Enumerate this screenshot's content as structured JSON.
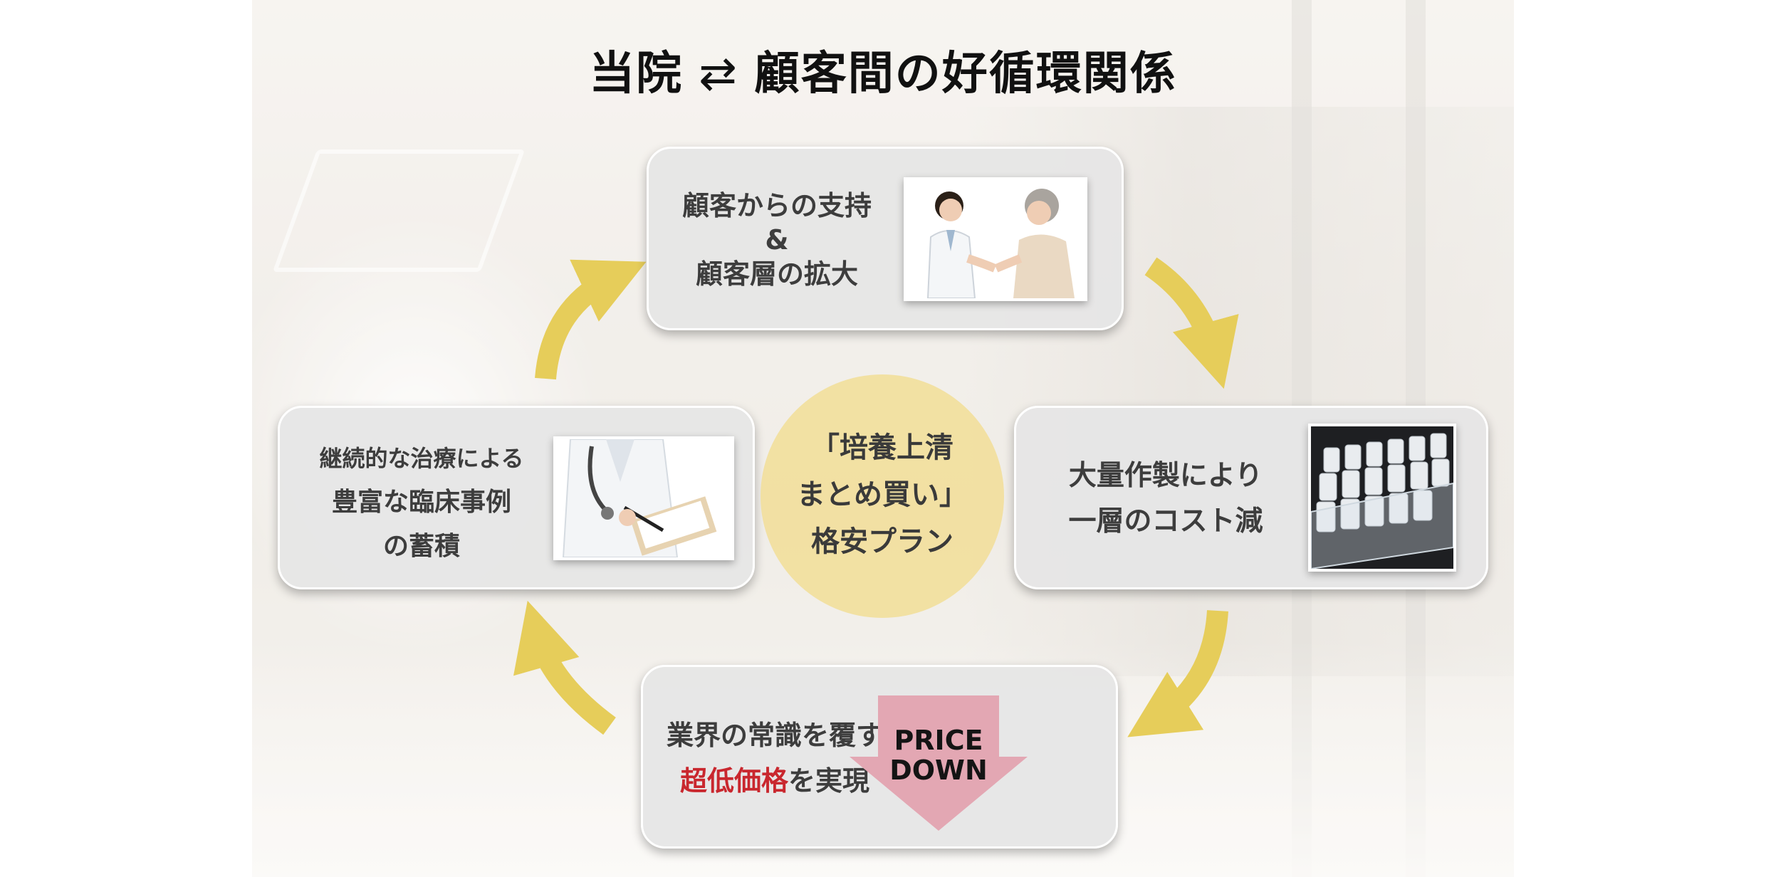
{
  "title": {
    "left": "当院",
    "symbol": "⇄",
    "right": "顧客間の好循環関係"
  },
  "cycle": {
    "support": {
      "line1": "顧客からの支持",
      "line2": "&",
      "line3": "顧客層の拡大",
      "photo": "doctor-handshake-photo"
    },
    "volume": {
      "line1": "大量作製により",
      "line2": "一層のコスト減",
      "photo": "sample-vials-rack-photo"
    },
    "price": {
      "line1": "業界の常識を覆す",
      "line2_highlight": "超低価格",
      "line2_rest": "を実現",
      "arrow_line1": "PRICE",
      "arrow_line2": "DOWN"
    },
    "clinical": {
      "line1": "継続的な治療による",
      "line2": "豊富な臨床事例",
      "line3": "の蓄積",
      "photo": "doctor-clipboard-photo"
    }
  },
  "center": {
    "line1": "「培養上清",
    "line2": "まとめ買い」",
    "line3": "格安プラン"
  },
  "colors": {
    "arrow": "#e6cd5a",
    "center_circle": "#f1df9f",
    "highlight": "#c9272e",
    "price_arrow": "#e3a7b3"
  },
  "icons": [
    "clockwise-arrow-icon",
    "price-down-arrow-icon"
  ]
}
